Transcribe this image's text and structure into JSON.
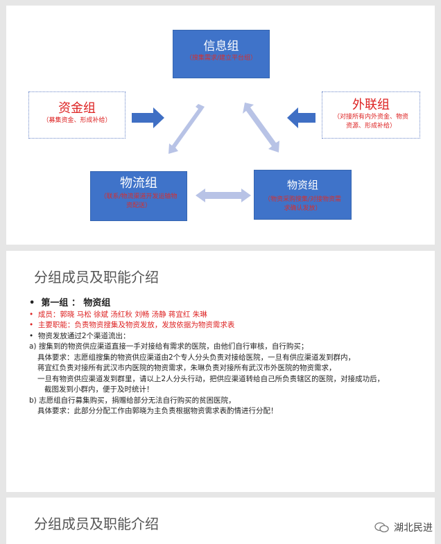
{
  "slide1": {
    "info": {
      "title": "信息组",
      "sub": "（搜集需求/建立平台组）"
    },
    "fund": {
      "title": "资金组",
      "sub": "（募集资金、形成补给）"
    },
    "liaison": {
      "title": "外联组",
      "sub": "（对接所有内外资金、物资资源、形成补给）"
    },
    "logistics": {
      "title": "物流组",
      "sub": "（联系/物流渠道开发运输物资配送）"
    },
    "supplies": {
      "title": "物资组",
      "sub": "（物资采购搜集/对接物资需求确认发放）"
    }
  },
  "slide2": {
    "heading": "分组成员及职能介绍",
    "group_title": "第一组 ： 物资组",
    "members": "成员：郭晓  马松  徐斌  汤红秋  刘畅  汤静  蒋宜红  朱琳",
    "duty": "主要职能：负责物资搜集及物资发放，发放依据为物资需求表",
    "channels": "物资发放通过2个渠道流出：",
    "a1": "a) 搜集到的物资供应渠道直接一手对接给有需求的医院，由他们自行审核，自行购买；",
    "a2": "具体要求：志愿组搜集的物资供应渠道由2个专人分头负责对接给医院，一旦有供应渠道发到群内，",
    "a3": "蒋宜红负责对接所有武汉市内医院的物资需求，朱琳负责对接所有武汉市外医院的物资需求，",
    "a4": "一旦有物资供应渠道发到群里，请以上2人分头行动，把供应渠道转给自己所负责辖区的医院，对接成功后，",
    "a5": "截图发到小群内，便于及时统计！",
    "b1": "b) 志愿组自行募集购买，捐赠给部分无法自行购买的贫困医院，",
    "b2": "具体要求：此部分分配工作由郭晓为主负责根据物资需求表酌情进行分配！"
  },
  "slide3": {
    "heading": "分组成员及职能介绍"
  },
  "watermark": "湖北民进",
  "colors": {
    "blue_box": "#3f73c9",
    "red_text": "#d22222",
    "arrow_blue": "#3f6fc4",
    "arrow_light": "#b8c3e6"
  }
}
